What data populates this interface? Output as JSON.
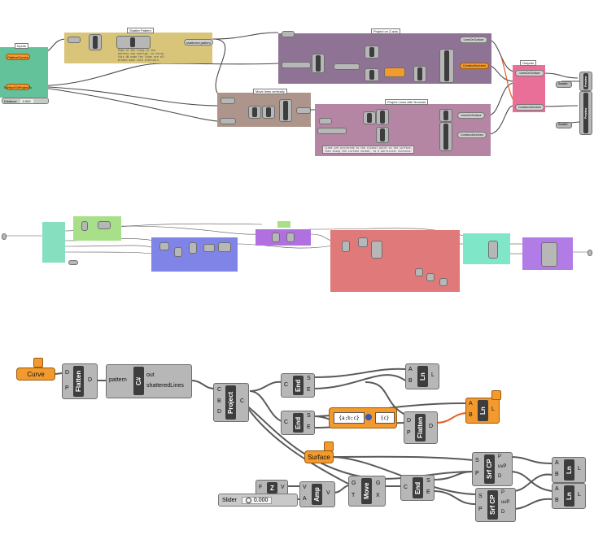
{
  "top": {
    "group_shatter_title": "Shatter Pattern",
    "group_project_title": "Project on Z-axis",
    "group_move_title": "Move lines vertically",
    "group_normals_title": "Project Lines with Normals",
    "group_outputs_title": "Outputs",
    "group_inputs_title": "Inputs",
    "pattern_curves_label": "PatternCurves",
    "surface_to_project_label": "SurfaceToProjectTo",
    "distance_label": "Distance",
    "distance_value": "0.000",
    "shattered_pattern_label": "shattered pattern",
    "note_text": "Some of the lines in the\npattern can overlap, so using\nthis UB node the lines are all\nbroken down into intervals.",
    "lines_on_surface_label": "LinesOnSurface",
    "construction_lines_label": "ConstructionLines",
    "construction_lines_label2": "ConstructionLines",
    "lines_on_surface_label2": "LinesOnSurface",
    "preview_1": "Preview",
    "preview_2": "Preview",
    "swatch_1": "Swatch",
    "swatch_2": "Swatch",
    "comment_text": "Lines are projected to the closest point on the surface,\nthen along the surface normal, to a particular distance."
  },
  "bottom": {
    "curve_label": "Curve",
    "flatten1": {
      "caption": "Flatten",
      "in": [
        "D",
        "P"
      ],
      "out": "D"
    },
    "csharp": {
      "caption": "C#",
      "in": "pattern",
      "out": [
        "out",
        "shatteredLines"
      ]
    },
    "project": {
      "caption": "Project",
      "in": [
        "C",
        "B",
        "D"
      ],
      "out": [
        "C"
      ]
    },
    "end1": {
      "caption": "End",
      "in": "C",
      "out": [
        "S",
        "E"
      ]
    },
    "end2": {
      "caption": "End",
      "in": "C",
      "out": [
        "S",
        "E"
      ]
    },
    "end3": {
      "caption": "End",
      "in": "C",
      "out": [
        "S",
        "E"
      ]
    },
    "ln1": {
      "caption": "Ln",
      "in": [
        "A",
        "B"
      ],
      "out": "L"
    },
    "ln2": {
      "caption": "Ln",
      "in": [
        "A",
        "B"
      ],
      "out": "L"
    },
    "ln3": {
      "caption": "Ln",
      "in": [
        "A",
        "B"
      ],
      "out": "L"
    },
    "ln4": {
      "caption": "Ln",
      "in": [
        "A",
        "B"
      ],
      "out": "L"
    },
    "expr": {
      "left": "{a;b;c}",
      "right": "{c}"
    },
    "flatten2": {
      "caption": "Flatten",
      "in": [
        "D",
        "P"
      ],
      "out": "D"
    },
    "surface_label": "Surface",
    "srfcp1": {
      "caption": "Srf CP",
      "in": [
        "S",
        "P"
      ],
      "out": [
        "P",
        "uvP",
        "D"
      ]
    },
    "srfcp2": {
      "caption": "Srf CP",
      "in": [
        "S",
        "P"
      ],
      "out": [
        "P",
        "uvP",
        "D"
      ]
    },
    "z": {
      "caption": "Z",
      "in": "F",
      "out": "V"
    },
    "amp": {
      "caption": "Amp",
      "in": [
        "V",
        "A"
      ],
      "out": "V"
    },
    "move": {
      "caption": "Move",
      "in": [
        "G",
        "T"
      ],
      "out": [
        "G",
        "X"
      ]
    },
    "slider_label": "Slider",
    "slider_value": "0.000"
  },
  "colors": {
    "inputs_group": "#64c29a",
    "shatter_group": "#d8c57a",
    "project_group": "#8e7394",
    "move_group": "#ad958c",
    "normals_group": "#b486a3",
    "outputs_group": "#ea6f98",
    "param_orange": "#f29a2e",
    "component_gray": "#b7b7b7",
    "middle_green": "#a8e08a",
    "middle_teal": "#86e0c0",
    "middle_blue": "#7f84e6",
    "middle_purple": "#b070e0",
    "middle_red": "#e07a7a",
    "middle_teal2": "#7fe6c8",
    "middle_violet": "#b27ce6"
  }
}
